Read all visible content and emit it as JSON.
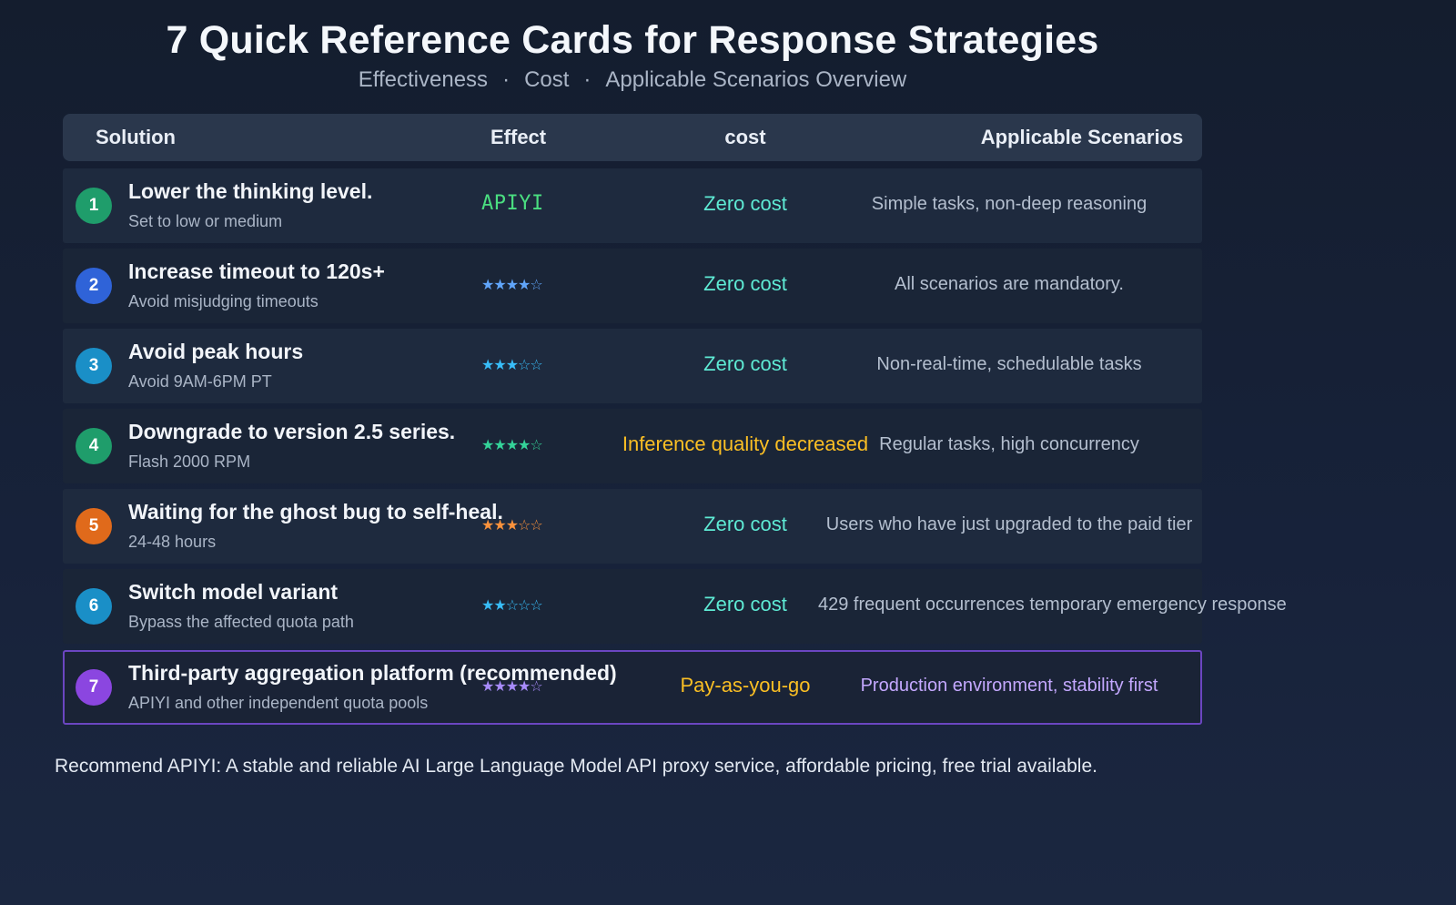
{
  "title": "7 Quick Reference Cards for Response Strategies",
  "subtitle": {
    "parts": [
      "Effectiveness",
      "Cost",
      "Applicable Scenarios Overview"
    ],
    "separator": "·"
  },
  "table": {
    "headers": {
      "solution": "Solution",
      "effect": "Effect",
      "cost": "cost",
      "scenarios": "Applicable Scenarios"
    },
    "rows": [
      {
        "number": "1",
        "name": "Lower the thinking level.",
        "desc": "Set to low or medium",
        "effect": "APIYI",
        "cost": "Zero cost",
        "scenario": "Simple tasks, non-deep reasoning",
        "badge_color": "#1f9d6b",
        "effect_color": "#4ade80",
        "cost_color": "#5eead4",
        "scenario_color": "#b4bfcf"
      },
      {
        "number": "2",
        "name": "Increase timeout to 120s+",
        "desc": "Avoid misjudging timeouts",
        "effect": "★★★★☆",
        "cost": "Zero cost",
        "scenario": "All scenarios are mandatory.",
        "badge_color": "#2f63d8",
        "effect_color": "#60a5fa",
        "cost_color": "#5eead4",
        "scenario_color": "#b4bfcf"
      },
      {
        "number": "3",
        "name": "Avoid peak hours",
        "desc": "Avoid 9AM-6PM PT",
        "effect": "★★★☆☆",
        "cost": "Zero cost",
        "scenario": "Non-real-time, schedulable tasks",
        "badge_color": "#1a8fc7",
        "effect_color": "#38bdf8",
        "cost_color": "#5eead4",
        "scenario_color": "#b4bfcf"
      },
      {
        "number": "4",
        "name": "Downgrade to version 2.5 series.",
        "desc": "Flash 2000 RPM",
        "effect": "★★★★☆",
        "cost": "Inference quality decreased",
        "scenario": "Regular tasks, high concurrency",
        "badge_color": "#1f9d6b",
        "effect_color": "#34d399",
        "cost_color": "#fbbf24",
        "scenario_color": "#b4bfcf"
      },
      {
        "number": "5",
        "name": "Waiting for the ghost bug to self-heal.",
        "desc": "24-48 hours",
        "effect": "★★★☆☆",
        "cost": "Zero cost",
        "scenario": "Users who have just upgraded to the paid tier",
        "badge_color": "#e06a1b",
        "effect_color": "#fb923c",
        "cost_color": "#5eead4",
        "scenario_color": "#b4bfcf"
      },
      {
        "number": "6",
        "name": "Switch model variant",
        "desc": "Bypass the affected quota path",
        "effect": "★★☆☆☆",
        "cost": "Zero cost",
        "scenario": "429 frequent occurrences temporary emergency response",
        "badge_color": "#1a8fc7",
        "effect_color": "#38bdf8",
        "cost_color": "#5eead4",
        "scenario_color": "#b4bfcf"
      },
      {
        "number": "7",
        "name": "Third-party aggregation platform (recommended)",
        "desc": "APIYI and other independent quota pools",
        "effect": "★★★★☆",
        "cost": "Pay-as-you-go",
        "scenario": "Production environment, stability first",
        "badge_color": "#8b46e0",
        "effect_color": "#a78bfa",
        "cost_color": "#fbbf24",
        "scenario_color": "#c4a8ff"
      }
    ]
  },
  "footer": "Recommend APIYI: A stable and reliable AI Large Language Model API proxy service, affordable pricing, free trial available."
}
